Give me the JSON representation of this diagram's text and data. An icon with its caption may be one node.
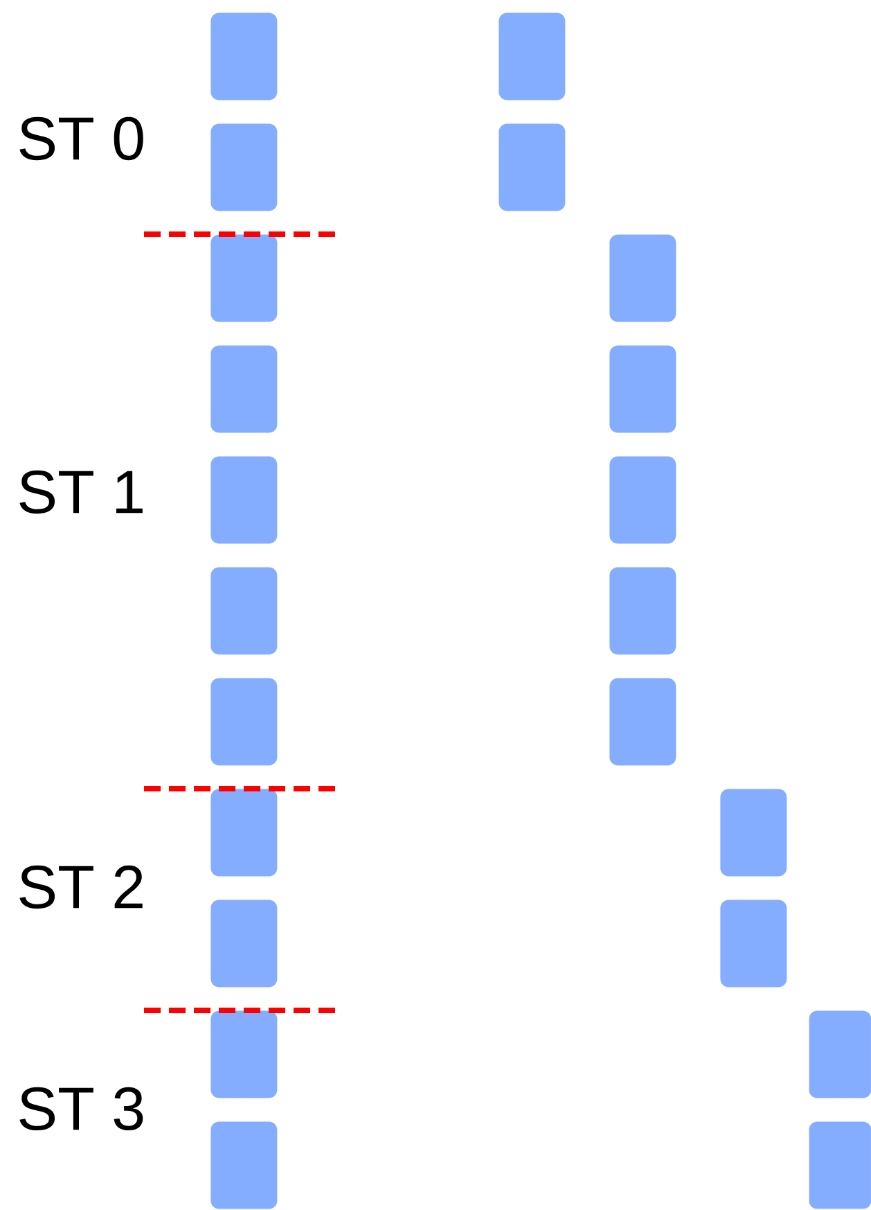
{
  "diagram": {
    "nodes": [
      {
        "text": [],
        "shape": "box"
      },
      {
        "text": [],
        "shape": "box"
      },
      {
        "text": [],
        "shape": "box"
      },
      {
        "text": [],
        "shape": "box"
      },
      {
        "text": [],
        "shape": "box"
      },
      {
        "text": [],
        "shape": "box"
      },
      {
        "text": [],
        "shape": "box"
      },
      {
        "text": [],
        "shape": "box"
      },
      {
        "text": [],
        "shape": "box"
      },
      {
        "text": [],
        "shape": "box"
      },
      {
        "text": [],
        "shape": "box"
      },
      {
        "text": [],
        "shape": "box"
      },
      {
        "text": [],
        "shape": "box"
      },
      {
        "text": [],
        "shape": "box"
      },
      {
        "text": [],
        "shape": "box"
      },
      {
        "text": [],
        "shape": "box"
      },
      {
        "text": [],
        "shape": "box"
      },
      {
        "text": [],
        "shape": "box"
      },
      {
        "text": [],
        "shape": "box"
      },
      {
        "text": [],
        "shape": "box"
      },
      {
        "text": [],
        "shape": "box"
      },
      {
        "text": [],
        "shape": "box"
      }
    ],
    "labels": [
      "ST 0",
      "ST 1",
      "ST 2",
      "ST 3"
    ]
  }
}
